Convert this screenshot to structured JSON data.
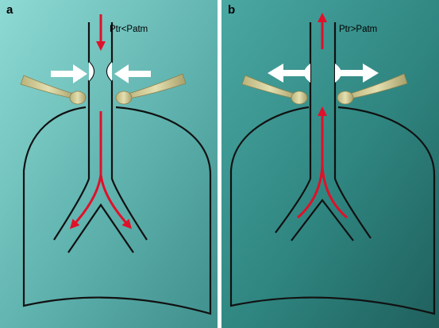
{
  "panels": [
    {
      "letter": "a",
      "pressure_text": "Ptr<Patm"
    },
    {
      "letter": "b",
      "pressure_text": "Ptr>Patm"
    }
  ],
  "colors": {
    "airflow_arrow": "#e0102a",
    "muscle_arrow": "#ffffff",
    "outline": "#111111",
    "bone": "#d8d2a0",
    "background_a": "#7ecfca",
    "background_b": "#2f8f8a"
  }
}
